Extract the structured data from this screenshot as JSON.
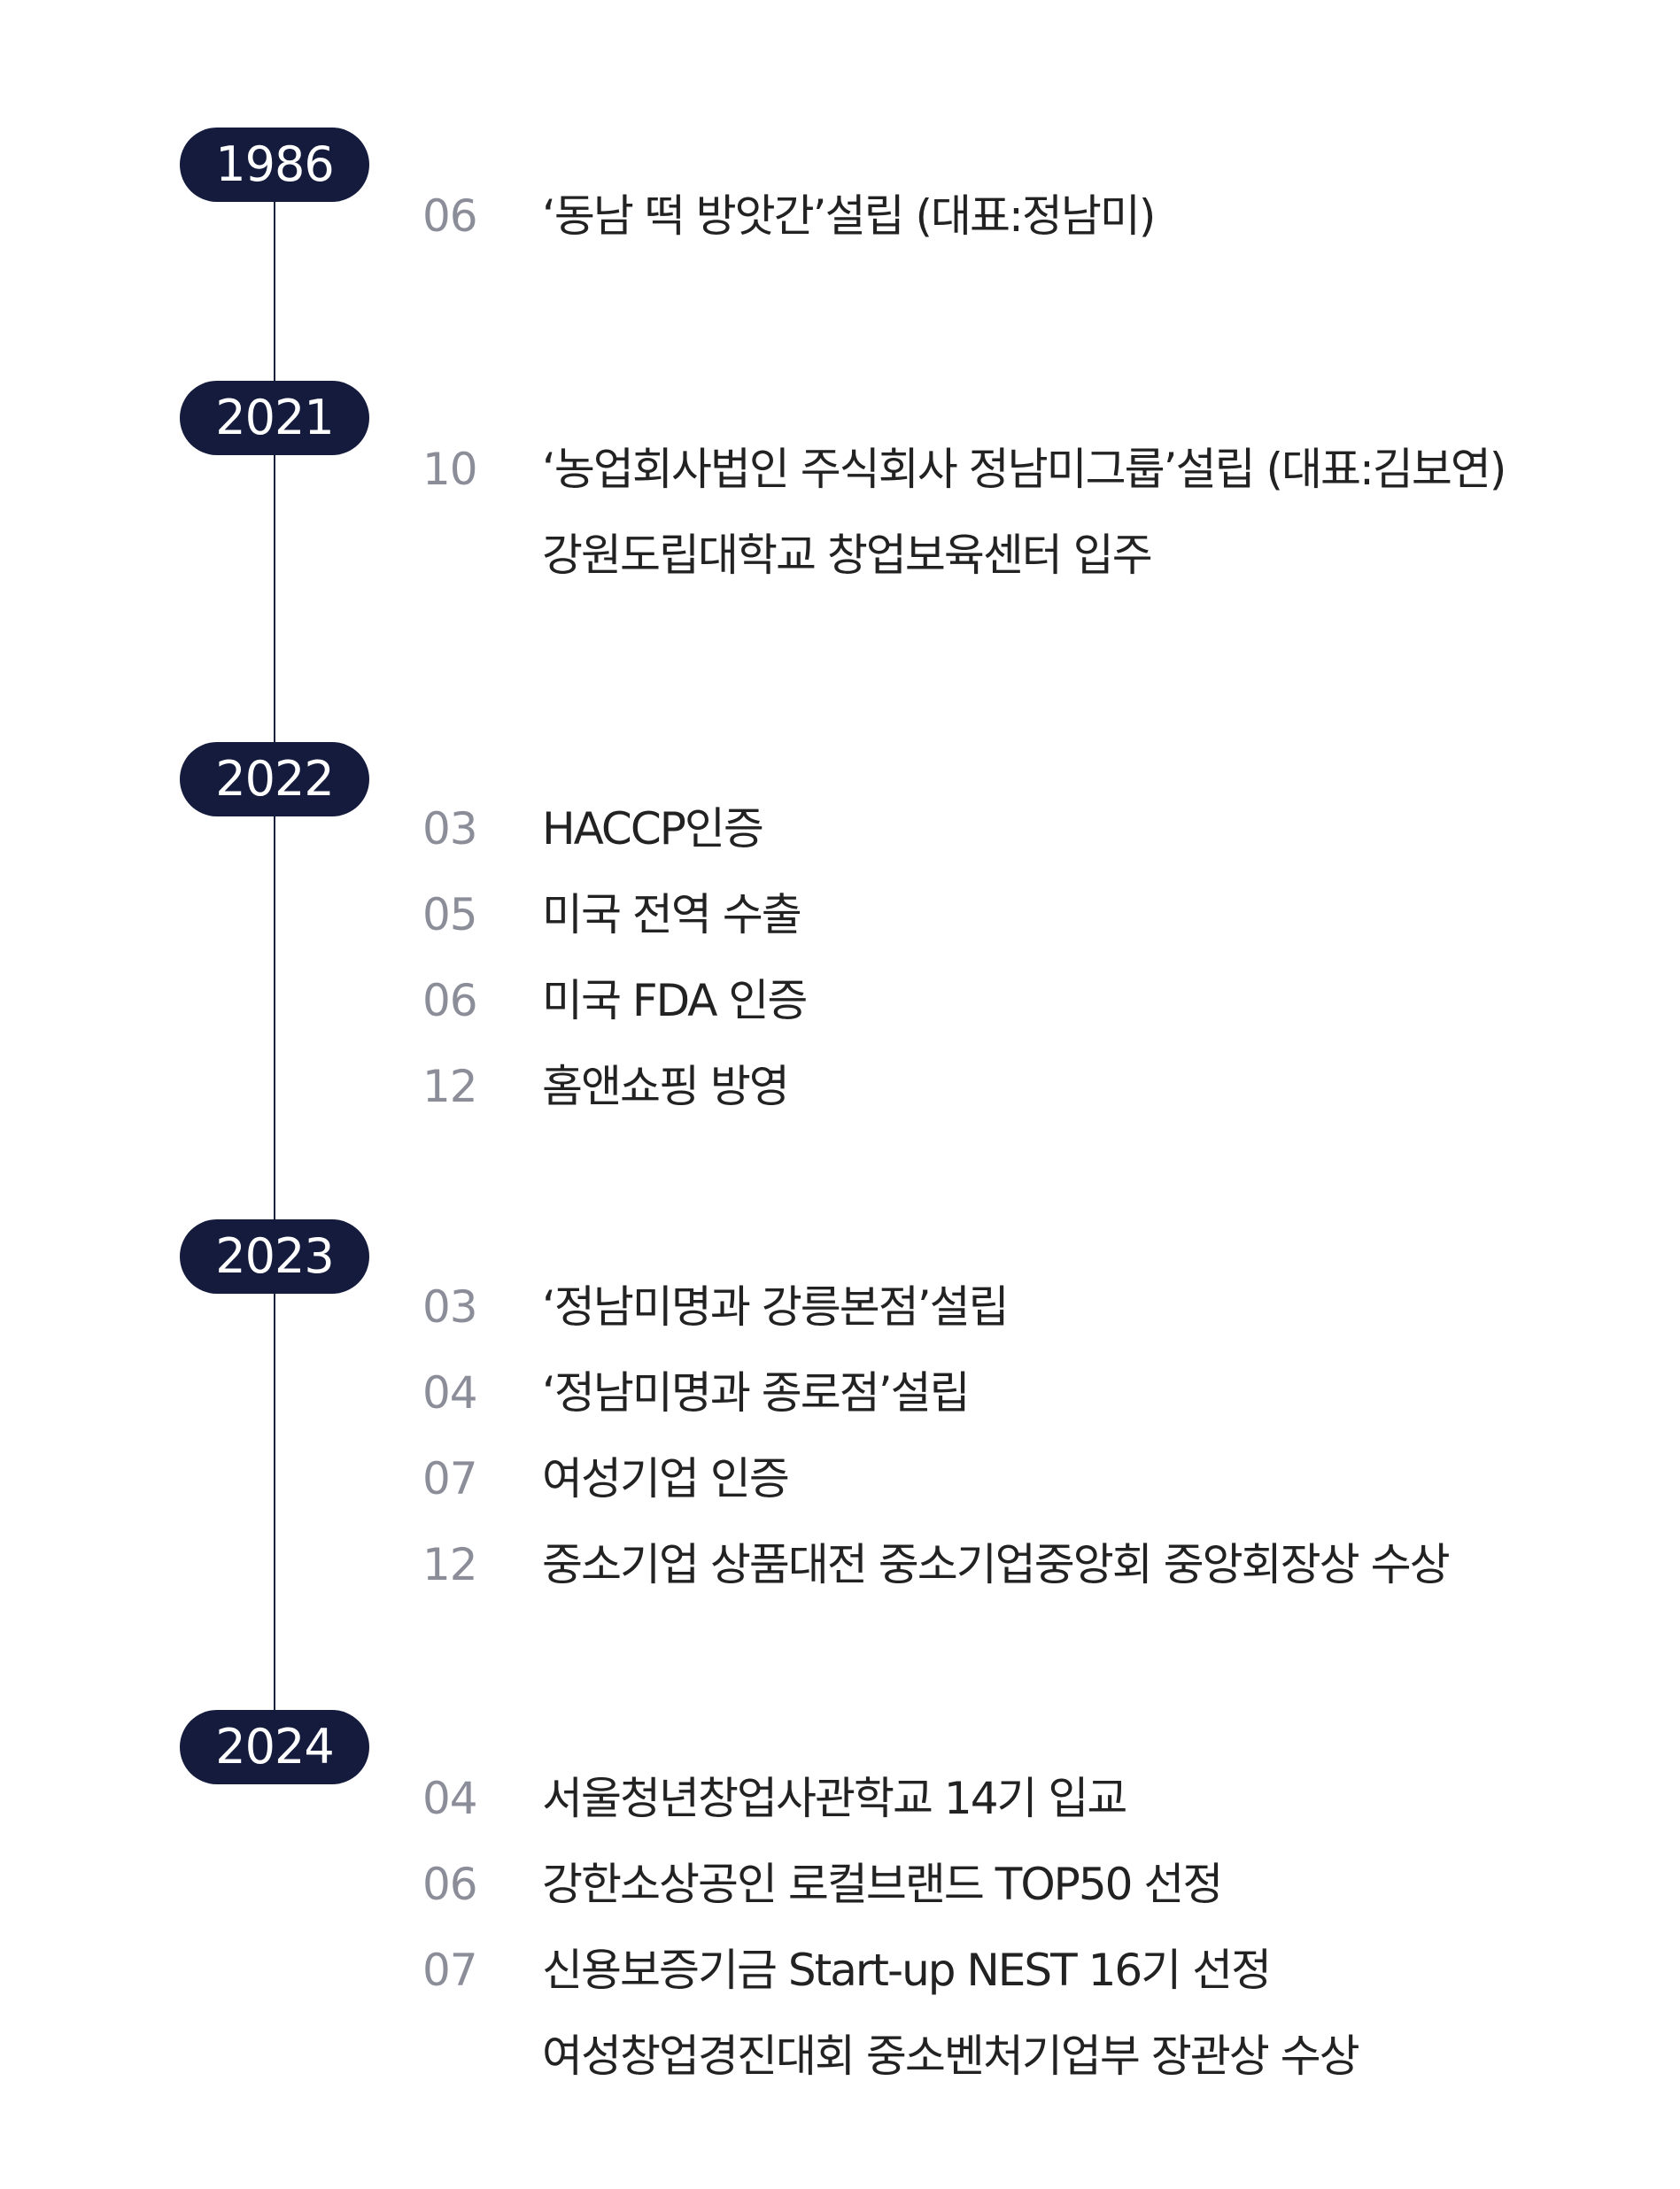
{
  "history": [
    {
      "year": "1986",
      "entries": [
        {
          "month": "06",
          "text": "‘동남 떡 방앗간’설립 (대표:정남미)"
        }
      ]
    },
    {
      "year": "2021",
      "entries": [
        {
          "month": "10",
          "text": "‘농업회사법인 주식회사 정남미그룹’설립 (대표:김보연)"
        },
        {
          "month": "",
          "text": "강원도립대학교 창업보육센터 입주"
        }
      ]
    },
    {
      "year": "2022",
      "entries": [
        {
          "month": "03",
          "text": "HACCP인증"
        },
        {
          "month": "05",
          "text": "미국 전역 수출"
        },
        {
          "month": "06",
          "text": "미국 FDA 인증"
        },
        {
          "month": "12",
          "text": "홈앤쇼핑 방영"
        }
      ]
    },
    {
      "year": "2023",
      "entries": [
        {
          "month": "03",
          "text": "‘정남미명과 강릉본점’설립"
        },
        {
          "month": "04",
          "text": "‘정남미명과 종로점’설립"
        },
        {
          "month": "07",
          "text": "여성기업 인증"
        },
        {
          "month": "12",
          "text": "중소기업 상품대전 중소기업중앙회 중앙회장상 수상"
        }
      ]
    },
    {
      "year": "2024",
      "entries": [
        {
          "month": "04",
          "text": "서울청년창업사관학교 14기 입교"
        },
        {
          "month": "06",
          "text": "강한소상공인 로컬브랜드 TOP50 선정"
        },
        {
          "month": "07",
          "text": "신용보증기금 Start-up NEST 16기 선정"
        },
        {
          "month": "",
          "text": "여성창업경진대회 중소벤처기업부 장관상 수상"
        }
      ]
    }
  ]
}
